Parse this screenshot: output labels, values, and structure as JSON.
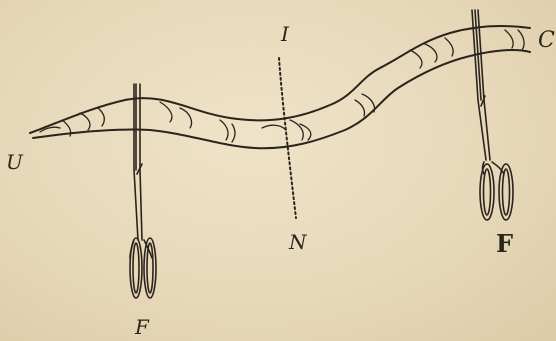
{
  "labels": {
    "u": "U",
    "i": "I",
    "c": "C",
    "n": "N",
    "f_left": "F",
    "f_right": "F"
  },
  "colors": {
    "paper": "#e9dcc0",
    "ink": "#2a241c"
  }
}
